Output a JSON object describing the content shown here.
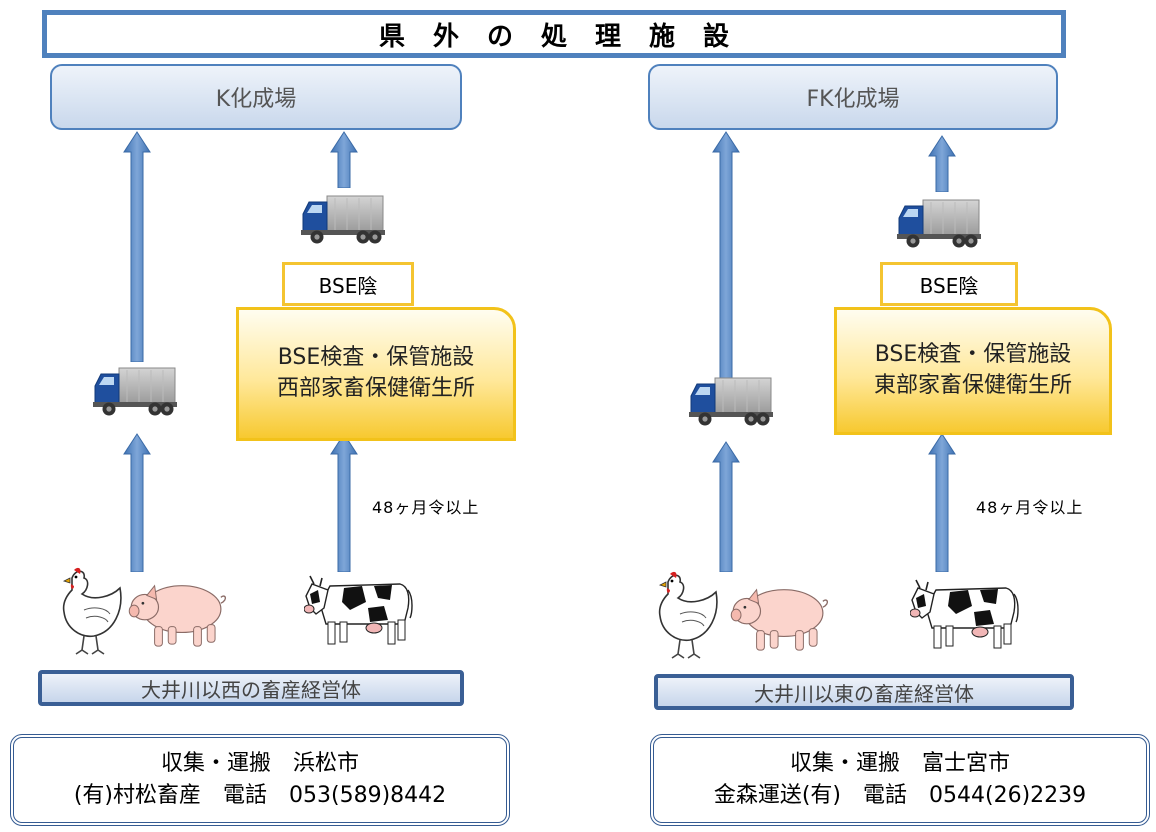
{
  "title": "県外の処理施設",
  "west": {
    "plant": "K化成場",
    "bse_label": "BSE陰",
    "facility_line1": "BSE検査・保管施設",
    "facility_line2": "西部家畜保健衛生所",
    "age_note": "48ヶ月令以上",
    "farm": "大井川以西の畜産経営体",
    "contact_line1": "収集・運搬　浜松市",
    "contact_line2": "(有)村松畜産　電話　053(589)8442"
  },
  "east": {
    "plant": "FK化成場",
    "bse_label": "BSE陰",
    "facility_line1": "BSE検査・保管施設",
    "facility_line2": "東部家畜保健衛生所",
    "age_note": "48ヶ月令以上",
    "farm": "大井川以東の畜産経営体",
    "contact_line1": "収集・運搬　富士宮市",
    "contact_line2": "金森運送(有)　電話　0544(26)2239"
  },
  "colors": {
    "accent_blue": "#4f81bd",
    "facility_gold": "#f2c21a"
  },
  "icons": [
    "truck-icon",
    "chicken-icon",
    "pig-icon",
    "cow-icon",
    "arrow-up-icon"
  ]
}
